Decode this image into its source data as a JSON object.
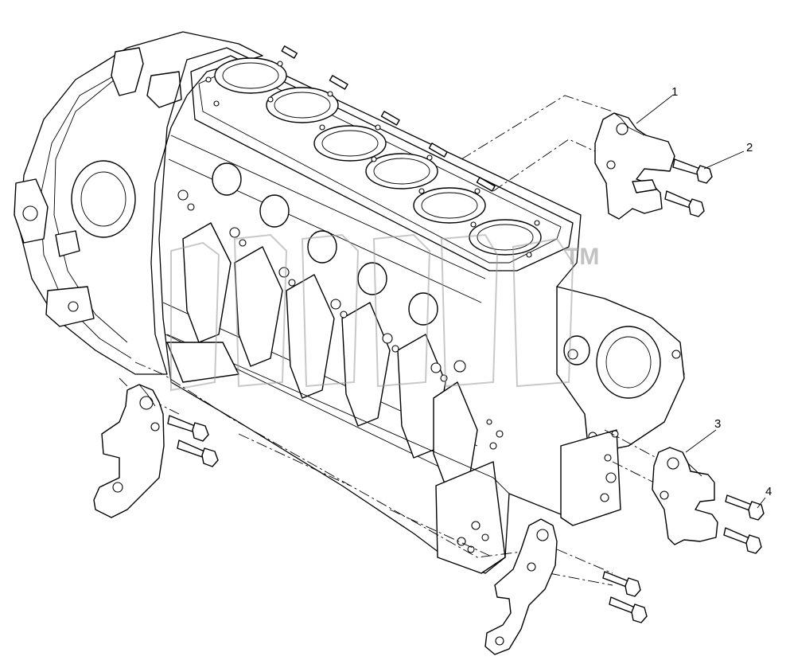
{
  "callouts": [
    {
      "label": "1"
    },
    {
      "label": "2"
    },
    {
      "label": "3"
    },
    {
      "label": "4"
    }
  ],
  "watermark": {
    "mark": "TM"
  }
}
